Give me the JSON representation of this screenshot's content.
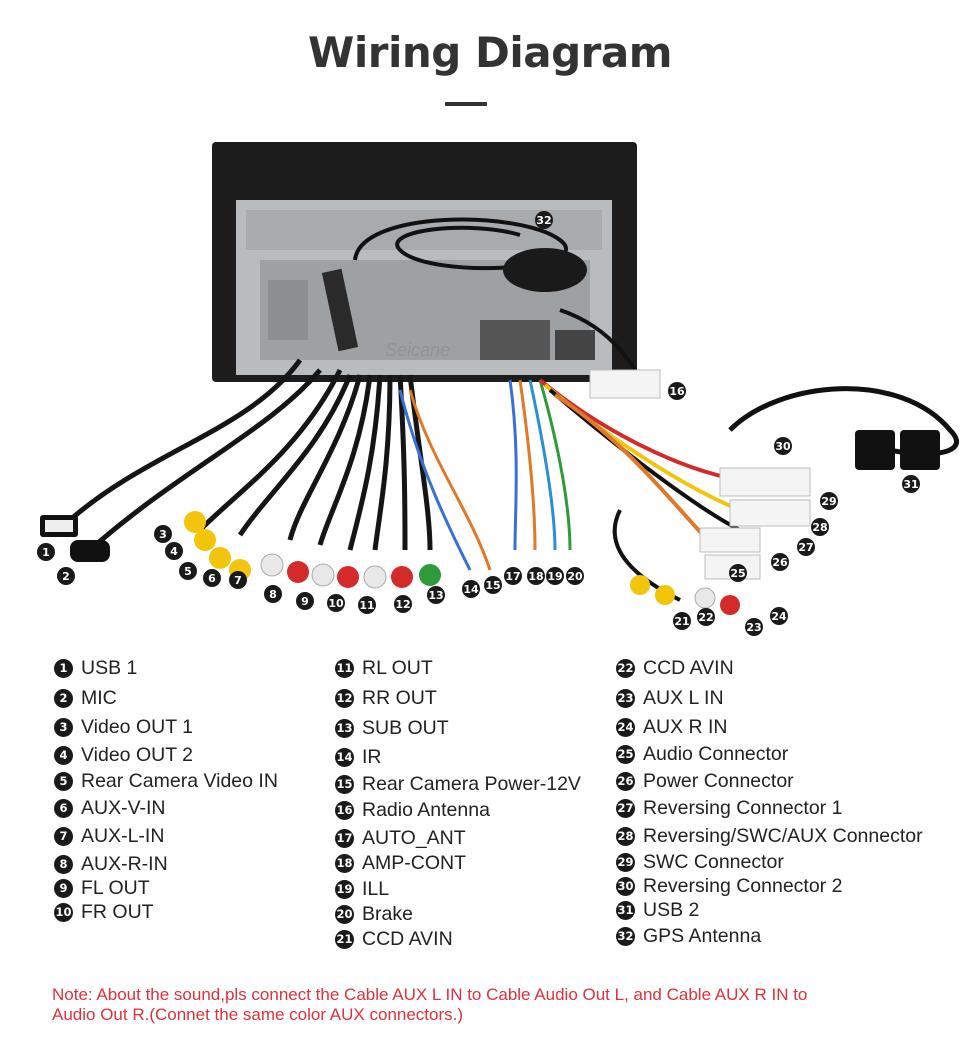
{
  "title": "Wiring Diagram",
  "watermark": "Seicane",
  "legend": [
    {
      "num": "1",
      "label": "USB 1"
    },
    {
      "num": "2",
      "label": "MIC"
    },
    {
      "num": "3",
      "label": "Video OUT 1"
    },
    {
      "num": "4",
      "label": "Video OUT 2"
    },
    {
      "num": "5",
      "label": "Rear Camera Video IN"
    },
    {
      "num": "6",
      "label": "AUX-V-IN"
    },
    {
      "num": "7",
      "label": "AUX-L-IN"
    },
    {
      "num": "8",
      "label": "AUX-R-IN"
    },
    {
      "num": "9",
      "label": "FL OUT"
    },
    {
      "num": "10",
      "label": "FR OUT"
    },
    {
      "num": "11",
      "label": "RL OUT"
    },
    {
      "num": "12",
      "label": "RR OUT"
    },
    {
      "num": "13",
      "label": "SUB OUT"
    },
    {
      "num": "14",
      "label": "IR"
    },
    {
      "num": "15",
      "label": "Rear Camera Power-12V"
    },
    {
      "num": "16",
      "label": "Radio Antenna"
    },
    {
      "num": "17",
      "label": "AUTO_ANT"
    },
    {
      "num": "18",
      "label": "AMP-CONT"
    },
    {
      "num": "19",
      "label": "ILL"
    },
    {
      "num": "20",
      "label": "Brake"
    },
    {
      "num": "21",
      "label": "CCD AVIN"
    },
    {
      "num": "22",
      "label": "CCD AVIN"
    },
    {
      "num": "23",
      "label": "AUX L IN"
    },
    {
      "num": "24",
      "label": "AUX R IN"
    },
    {
      "num": "25",
      "label": "Audio Connector"
    },
    {
      "num": "26",
      "label": "Power Connector"
    },
    {
      "num": "27",
      "label": "Reversing Connector 1"
    },
    {
      "num": "28",
      "label": "Reversing/SWC/AUX Connector"
    },
    {
      "num": "29",
      "label": "SWC Connector"
    },
    {
      "num": "30",
      "label": "Reversing Connector 2"
    },
    {
      "num": "31",
      "label": "USB 2"
    },
    {
      "num": "32",
      "label": "GPS Antenna"
    }
  ],
  "note": "Note: About the sound,pls connect the Cable AUX L IN to Cable Audio Out L, and Cable AUX R IN to\n Audio Out R.(Connet the same color AUX connectors.)",
  "colors": {
    "title": "#333333",
    "badge": "#1a1a1a",
    "note": "#e0303a",
    "rca_yellow": "#f2c40a",
    "rca_red": "#d42a2a",
    "rca_white": "#e8e8e8",
    "rca_green": "#2f9a3a"
  }
}
